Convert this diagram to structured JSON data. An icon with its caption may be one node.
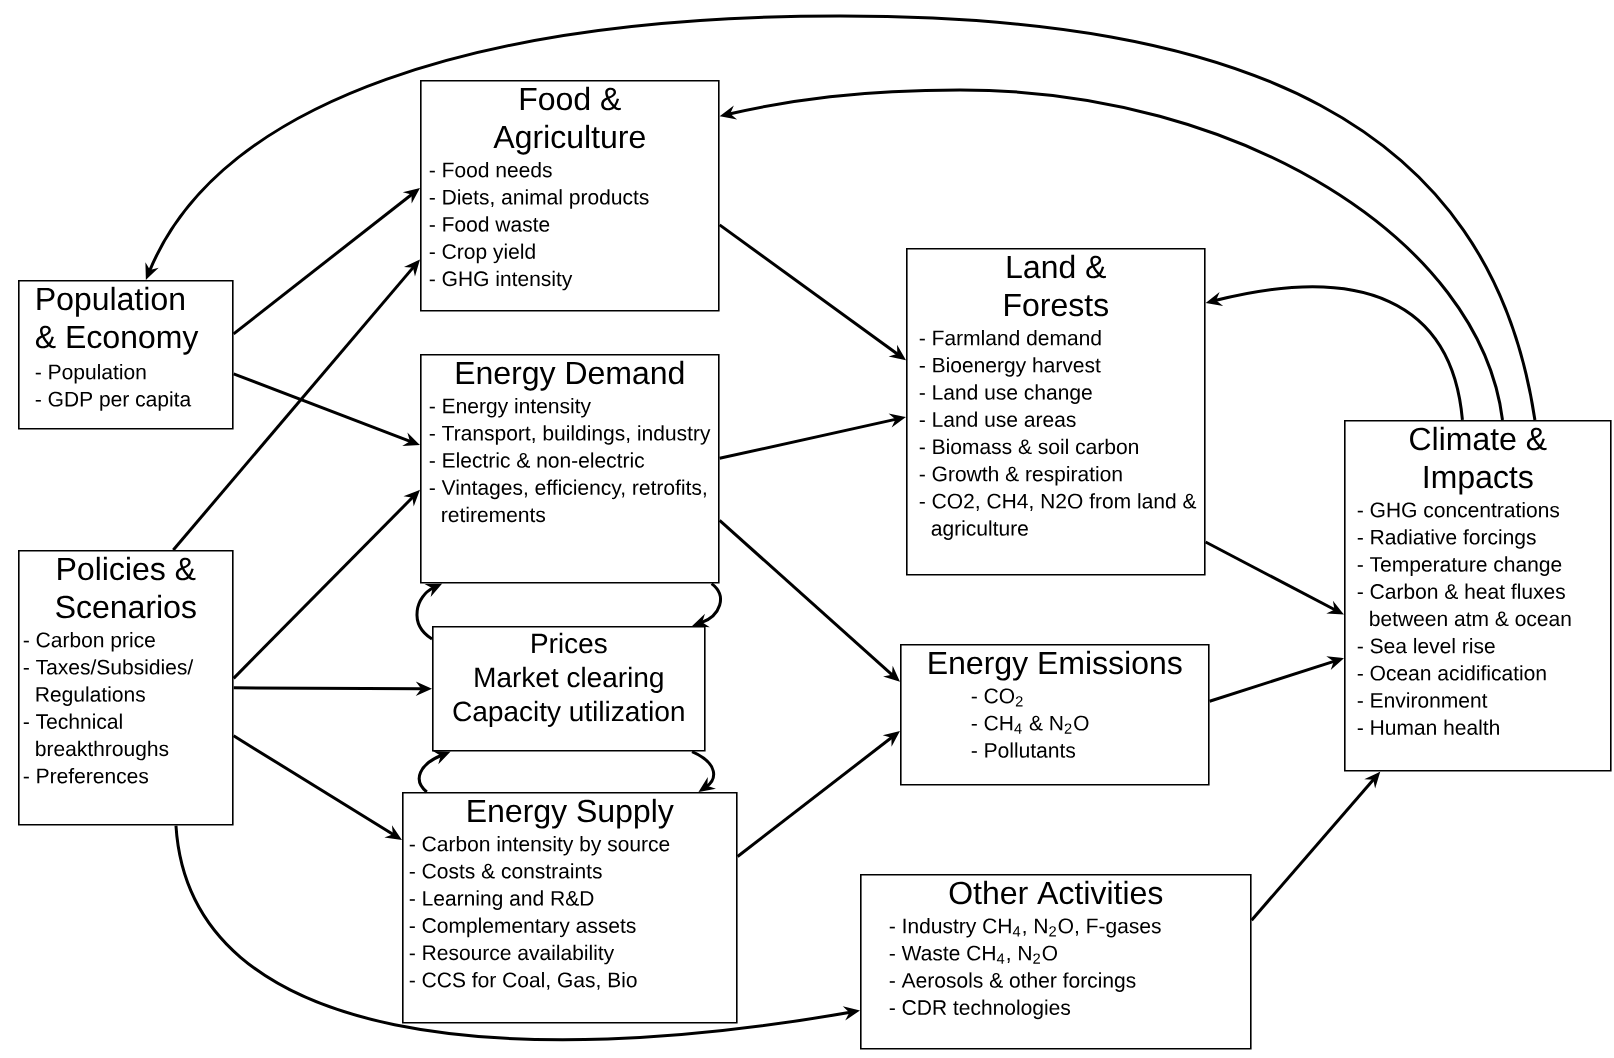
{
  "diagram": {
    "nodes": [
      {
        "text": [
          "Population & Economy",
          "- Population",
          "- GDP per capita"
        ]
      },
      {
        "text": [
          "Food & Agriculture",
          "- Food needs",
          "- Diets, animal products",
          "- Food waste",
          "- Crop yield",
          "- GHG intensity"
        ]
      },
      {
        "text": [
          "Energy Demand",
          "- Energy intensity",
          "- Transport, buildings, industry",
          "- Electric & non-electric",
          "- Vintages, efficiency, retrofits, retirements"
        ]
      },
      {
        "text": [
          "Policies & Scenarios",
          "- Carbon price",
          "- Taxes/Subsidies/ Regulations",
          "- Technical breakthroughs",
          "- Preferences"
        ]
      },
      {
        "text": [
          "Prices",
          "Market clearing",
          "Capacity utilization"
        ]
      },
      {
        "text": [
          "Energy Supply",
          "- Carbon intensity by source",
          "- Costs & constraints",
          "- Learning and R&D",
          "- Complementary assets",
          "- Resource availability",
          "- CCS for Coal, Gas, Bio"
        ]
      },
      {
        "text": [
          "Land & Forests",
          "- Farmland demand",
          "- Bioenergy harvest",
          "- Land use change",
          "- Land use areas",
          "- Biomass & soil carbon",
          "- Growth & respiration",
          "- CO2, CH4, N2O from land & agriculture"
        ]
      },
      {
        "text": [
          "Energy Emissions",
          "- CO$_{2}$",
          "- CH$_{4}$ & N$_{2}$O",
          "- Pollutants"
        ]
      },
      {
        "text": [
          "Climate & Impacts",
          "- GHG concentrations",
          "- Radiative forcings",
          "- Temperature change",
          "- Carbon & heat fluxes between atm & ocean",
          "- Sea level rise",
          "- Ocean acidification",
          "- Environment",
          "- Human health"
        ]
      },
      {
        "text": [
          "Other Activities",
          "- Industry CH$_{4}$, N$_{2}$O, F-gases",
          "- Waste CH$_{4}$, N$_{2}$O",
          "- Aerosols & other forcings",
          "- CDR technologies"
        ]
      }
    ],
    "edges": [
      {
        "from": 8,
        "to": 0,
        "arrow": "to"
      },
      {
        "from": 8,
        "to": 1,
        "arrow": "to"
      },
      {
        "from": 8,
        "to": 6,
        "arrow": "to"
      },
      {
        "from": 0,
        "to": 1,
        "arrow": "to"
      },
      {
        "from": 0,
        "to": 2,
        "arrow": "to"
      },
      {
        "from": 3,
        "to": 1,
        "arrow": "to"
      },
      {
        "from": 3,
        "to": 2,
        "arrow": "to"
      },
      {
        "from": 3,
        "to": 4,
        "arrow": "to"
      },
      {
        "from": 3,
        "to": 5,
        "arrow": "to"
      },
      {
        "from": 3,
        "to": 9,
        "arrow": "to"
      },
      {
        "from": 1,
        "to": 6,
        "arrow": "to"
      },
      {
        "from": 2,
        "to": 6,
        "arrow": "to"
      },
      {
        "from": 2,
        "to": 7,
        "arrow": "to"
      },
      {
        "from": 5,
        "to": 7,
        "arrow": "to"
      },
      {
        "from": 6,
        "to": 8,
        "arrow": "to"
      },
      {
        "from": 7,
        "to": 8,
        "arrow": "to"
      },
      {
        "from": 9,
        "to": 8,
        "arrow": "to"
      },
      {
        "from": 4,
        "to": 2,
        "arrow": "to"
      },
      {
        "from": 2,
        "to": 4,
        "arrow": "to"
      },
      {
        "from": 5,
        "to": 4,
        "arrow": "to"
      },
      {
        "from": 4,
        "to": 5,
        "arrow": "to"
      }
    ]
  }
}
